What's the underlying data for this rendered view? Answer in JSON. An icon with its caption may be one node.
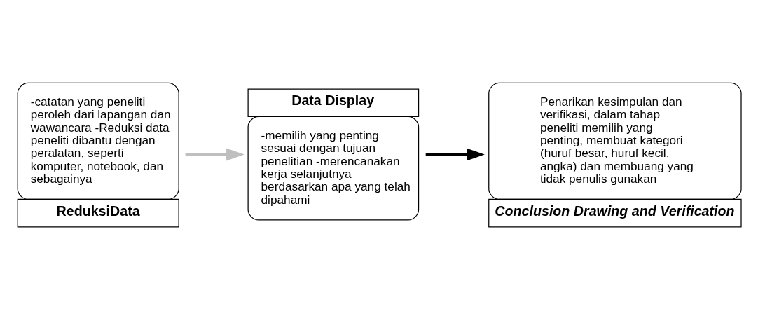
{
  "diagram": {
    "nodes": [
      {
        "text": [
          "-catatan yang peneliti peroleh dari lapangan dan wawancara -Reduksi data peneliti dibantu dengan peralatan, seperti komputer, notebook, dan sebagainya",
          "ReduksiData"
        ]
      },
      {
        "text": [
          "Data Display",
          "-memilih yang penting sesuai dengan tujuan penelitian -merencanakan kerja selanjutnya berdasarkan apa yang telah dipahami"
        ]
      },
      {
        "text": [
          "Penarikan kesimpulan dan verifikasi, dalam tahap peneliti memilih yang penting, membuat kategori (huruf besar, huruf kecil, angka) dan membuang yang tidak penulis gunakan",
          "Conclusion Drawing and Verification"
        ]
      }
    ],
    "edges": [
      {
        "from": 0,
        "to": 1,
        "arrow": "to",
        "color": "#bfbfbf"
      },
      {
        "from": 1,
        "to": 2,
        "arrow": "to",
        "color": "#000000"
      }
    ]
  }
}
